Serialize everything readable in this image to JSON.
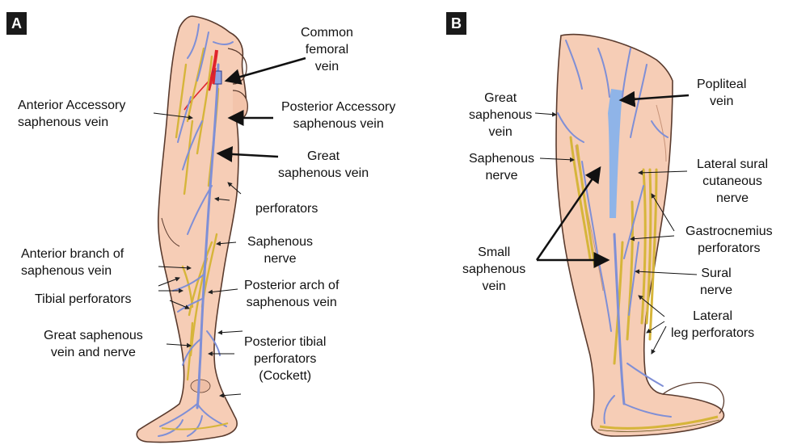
{
  "panels": [
    {
      "id": "A"
    },
    {
      "id": "B"
    }
  ],
  "labels_a": {
    "common_femoral": "Common\nfemoral\nvein",
    "anterior_accessory": "Anterior Accessory\nsaphenous vein",
    "posterior_accessory": "Posterior Accessory\nsaphenous vein",
    "great_saphenous": "Great\nsaphenous vein",
    "perforators": "perforators",
    "saphenous_nerve": "Saphenous\nnerve",
    "anterior_branch": "Anterior branch of\nsaphenous vein",
    "tibial_perforators": "Tibial perforators",
    "posterior_arch": "Posterior arch of\nsaphenous vein",
    "gsv_and_nerve": "Great saphenous\nvein and nerve",
    "posterior_tibial": "Posterior tibial\nperforators\n(Cockett)"
  },
  "labels_b": {
    "great_saphenous": "Great\nsaphenous\nvein",
    "saphenous_nerve": "Saphenous\nnerve",
    "popliteal": "Popliteal\nvein",
    "lateral_sural": "Lateral sural\ncutaneous\nnerve",
    "gastrocnemius": "Gastrocnemius\nperforators",
    "small_saphenous": "Small\nsaphenous\nvein",
    "sural_nerve": "Sural\nnerve",
    "lateral_leg": "Lateral\nleg perforators"
  },
  "colors": {
    "skin": "#f6cdb6",
    "skin_shadow": "#e9b39a",
    "outline": "#5a3b2e",
    "vein": "#7f8fd6",
    "vein_dark": "#4b5aa8",
    "nerve": "#e2c23c",
    "nerve_dark": "#a88a1a",
    "artery": "#e0242c",
    "popliteal": "#8fb4e8",
    "arrow": "#111111"
  }
}
